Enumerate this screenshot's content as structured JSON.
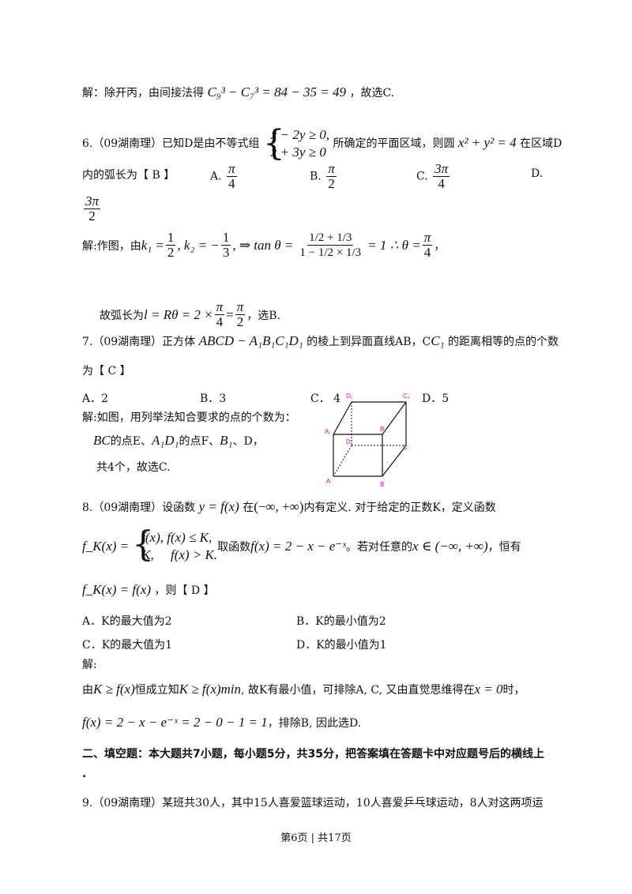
{
  "line_sol5": "解：除开丙，由间接法得",
  "line_sol5_math": "C₉³ − C₇³ = 84 − 35 = 49",
  "line_sol5_tail": "，故选C.",
  "q6_prefix": "6.（09湖南理）已知D是由不等式组",
  "q6_sys1": "x − 2y ≥ 0,",
  "q6_sys2": "x + 3y ≥ 0",
  "q6_mid": "所确定的平面区域，则圆",
  "q6_circle": "x² + y² = 4",
  "q6_tail": "在区域D",
  "q6_line2": "内的弧长为【 B 】",
  "q6_opts": {
    "A": "A.",
    "B": "B.",
    "C": "C.",
    "D": "D."
  },
  "q6_fracs": {
    "a_num": "π",
    "a_den": "4",
    "b_num": "π",
    "b_den": "2",
    "c_num": "3π",
    "c_den": "4",
    "d_num": "3π",
    "d_den": "2"
  },
  "sol6_prefix": "解:作图，由",
  "sol6_k": "k₁ = ",
  "sol6_half": {
    "n": "1",
    "d": "2"
  },
  "sol6_k2": ", k₂ = −",
  "sol6_third": {
    "n": "1",
    "d": "3"
  },
  "sol6_tan": ", ⇒ tan θ =",
  "sol6_big_num": "1/2 + 1/3",
  "sol6_big_den": "1 − 1/2 × 1/3",
  "sol6_result": "= 1 ∴ θ =",
  "sol6_theta": {
    "n": "π",
    "d": "4"
  },
  "sol6_comma": "，",
  "sol6_arc_prefix": "故弧长为",
  "sol6_arc": "l = Rθ = 2 ×",
  "sol6_arc_f1": {
    "n": "π",
    "d": "4"
  },
  "sol6_arc_eq": "=",
  "sol6_arc_f2": {
    "n": "π",
    "d": "2"
  },
  "sol6_arc_tail": "，选B.",
  "q7_prefix": "7.（09湖南理）正方体",
  "q7_cube": "ABCD − A₁B₁C₁D₁",
  "q7_mid": "的棱上到异面直线AB，C",
  "q7_cc1": "C₁",
  "q7_tail": "的距离相等的点的个数",
  "q7_line2": "为【 C 】",
  "q7_opts": {
    "A": "A．2",
    "B": "B．3",
    "C": "C． 4",
    "D": "D．5"
  },
  "sol7_l1": "解:如图，用列举法知合要求的点的个数为：",
  "sol7_l2a": "BC",
  "sol7_l2b": "的点E、",
  "sol7_l2c": "A₁D₁",
  "sol7_l2d": "的点F、",
  "sol7_l2e": "B₁",
  "sol7_l2f": "、D，",
  "sol7_l3": "共4个，故选C.",
  "cube_labels": {
    "d1": "D₁",
    "c1": "C₁",
    "a1": "A₁",
    "b1": "B₁",
    "d": "D",
    "c": "C",
    "a": "A",
    "b": "B"
  },
  "q8_prefix": "8.（09湖南理）设函数",
  "q8_f": "y = f(x)",
  "q8_in": "在",
  "q8_dom": "(−∞, +∞)",
  "q8_tail": "内有定义. 对于给定的正数K，定义函数",
  "q8_fk": "f_K(x) =",
  "q8_case1": "f(x), f(x) ≤ K,",
  "q8_case2": "K,     f(x) > K.",
  "q8_take": "取函数",
  "q8_func": "f(x) = 2 − x − e⁻ˣ",
  "q8_any": "。若对任意的",
  "q8_xin": "x ∈ (−∞, +∞)",
  "q8_always": "，恒有",
  "q8_l3a": "f_K(x) = f(x)",
  "q8_l3b": "，则【 D 】",
  "q8_opts": {
    "A": "A．K的最大值为2",
    "B": "B．K的最小值为2",
    "C": "C．K的最大值为1",
    "D": "D．K的最小值为1"
  },
  "sol8_head": "解:",
  "sol8_l1a": "由",
  "sol8_l1b": "K ≥ f(x)",
  "sol8_l1c": "恒成立知",
  "sol8_l1d": "K ≥ f(x)min",
  "sol8_l1e": ", 故K有最小值，可排除A, C, 又由直觉思维得在",
  "sol8_l1f": "x = 0",
  "sol8_l1g": "时，",
  "sol8_l2a": "f(x) = 2 − x − e⁻ˣ = 2 − 0 − 1 = 1",
  "sol8_l2b": "，排除B, 因此选D.",
  "sec2": "二、填空题：本大题共7小题，每小题5分，共35分，把答案填在答题卡中对应题号后的横线上",
  "sec2_dot": ".",
  "q9": "9.（09湖南理）某班共30人，其中15人喜爱篮球运动，10人喜爱乒乓球运动，8人对这两项运",
  "footer": "第6页 | 共17页",
  "colors": {
    "label": "#e000e0"
  }
}
